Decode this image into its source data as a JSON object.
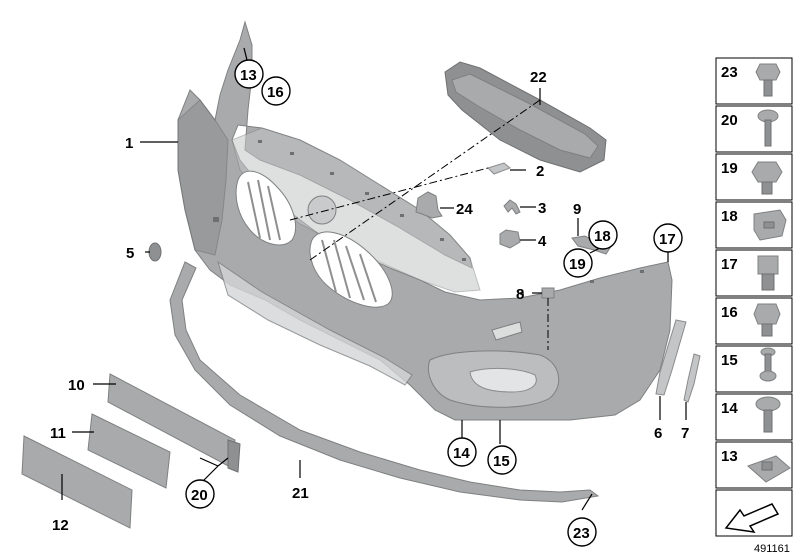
{
  "diagram": {
    "callouts": {
      "c1": "1",
      "c2": "2",
      "c3": "3",
      "c4": "4",
      "c5": "5",
      "c6": "6",
      "c7": "7",
      "c8": "8",
      "c9": "9",
      "c10": "10",
      "c11": "11",
      "c12": "12",
      "c13": "13",
      "c14": "14",
      "c15": "15",
      "c16": "16",
      "c17": "17",
      "c18": "18",
      "c19": "19",
      "c20": "20",
      "c21": "21",
      "c22": "22",
      "c23": "23",
      "c24": "24"
    },
    "fastener_panel": [
      "23",
      "20",
      "19",
      "18",
      "17",
      "16",
      "15",
      "14",
      "13"
    ],
    "document_number": "491161",
    "colors": {
      "part": "#a9aaab",
      "line": "#000000",
      "background": "#ffffff"
    }
  }
}
